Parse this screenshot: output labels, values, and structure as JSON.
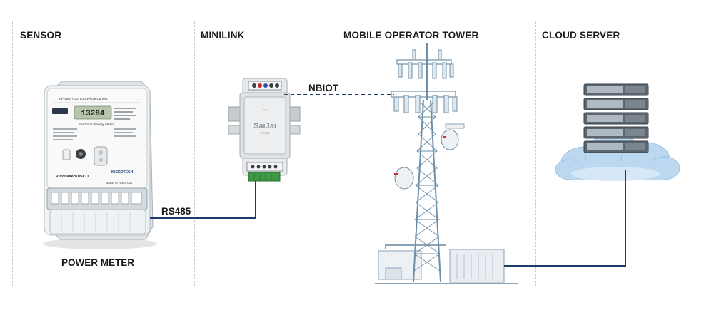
{
  "columns": [
    {
      "id": "sensor",
      "title": "SENSOR"
    },
    {
      "id": "minilink",
      "title": "MINILINK"
    },
    {
      "id": "tower",
      "title": "MOBILE OPERATOR TOWER"
    },
    {
      "id": "cloud",
      "title": "CLOUD SERVER"
    }
  ],
  "devices": {
    "power_meter": {
      "caption": "POWER METER",
      "header": "3-Phase TOD-TOU Whole Current",
      "display": "13284",
      "subtitle": "Electronic Energy Meter",
      "owner": "Purchaser/DISCO",
      "brand": "MICROTECH",
      "made_in": "MADE IN PAKISTAN"
    },
    "minilink": {
      "logo": "SaiJai",
      "logo_sub": "TECH"
    }
  },
  "links": {
    "rs485": "RS485",
    "nbiot": "NBIOT"
  },
  "colors": {
    "link_line": "#1e3c68",
    "divider": "#c9c9c9",
    "cloud": "#bcd8f0",
    "tower": "#6d8fa9"
  }
}
